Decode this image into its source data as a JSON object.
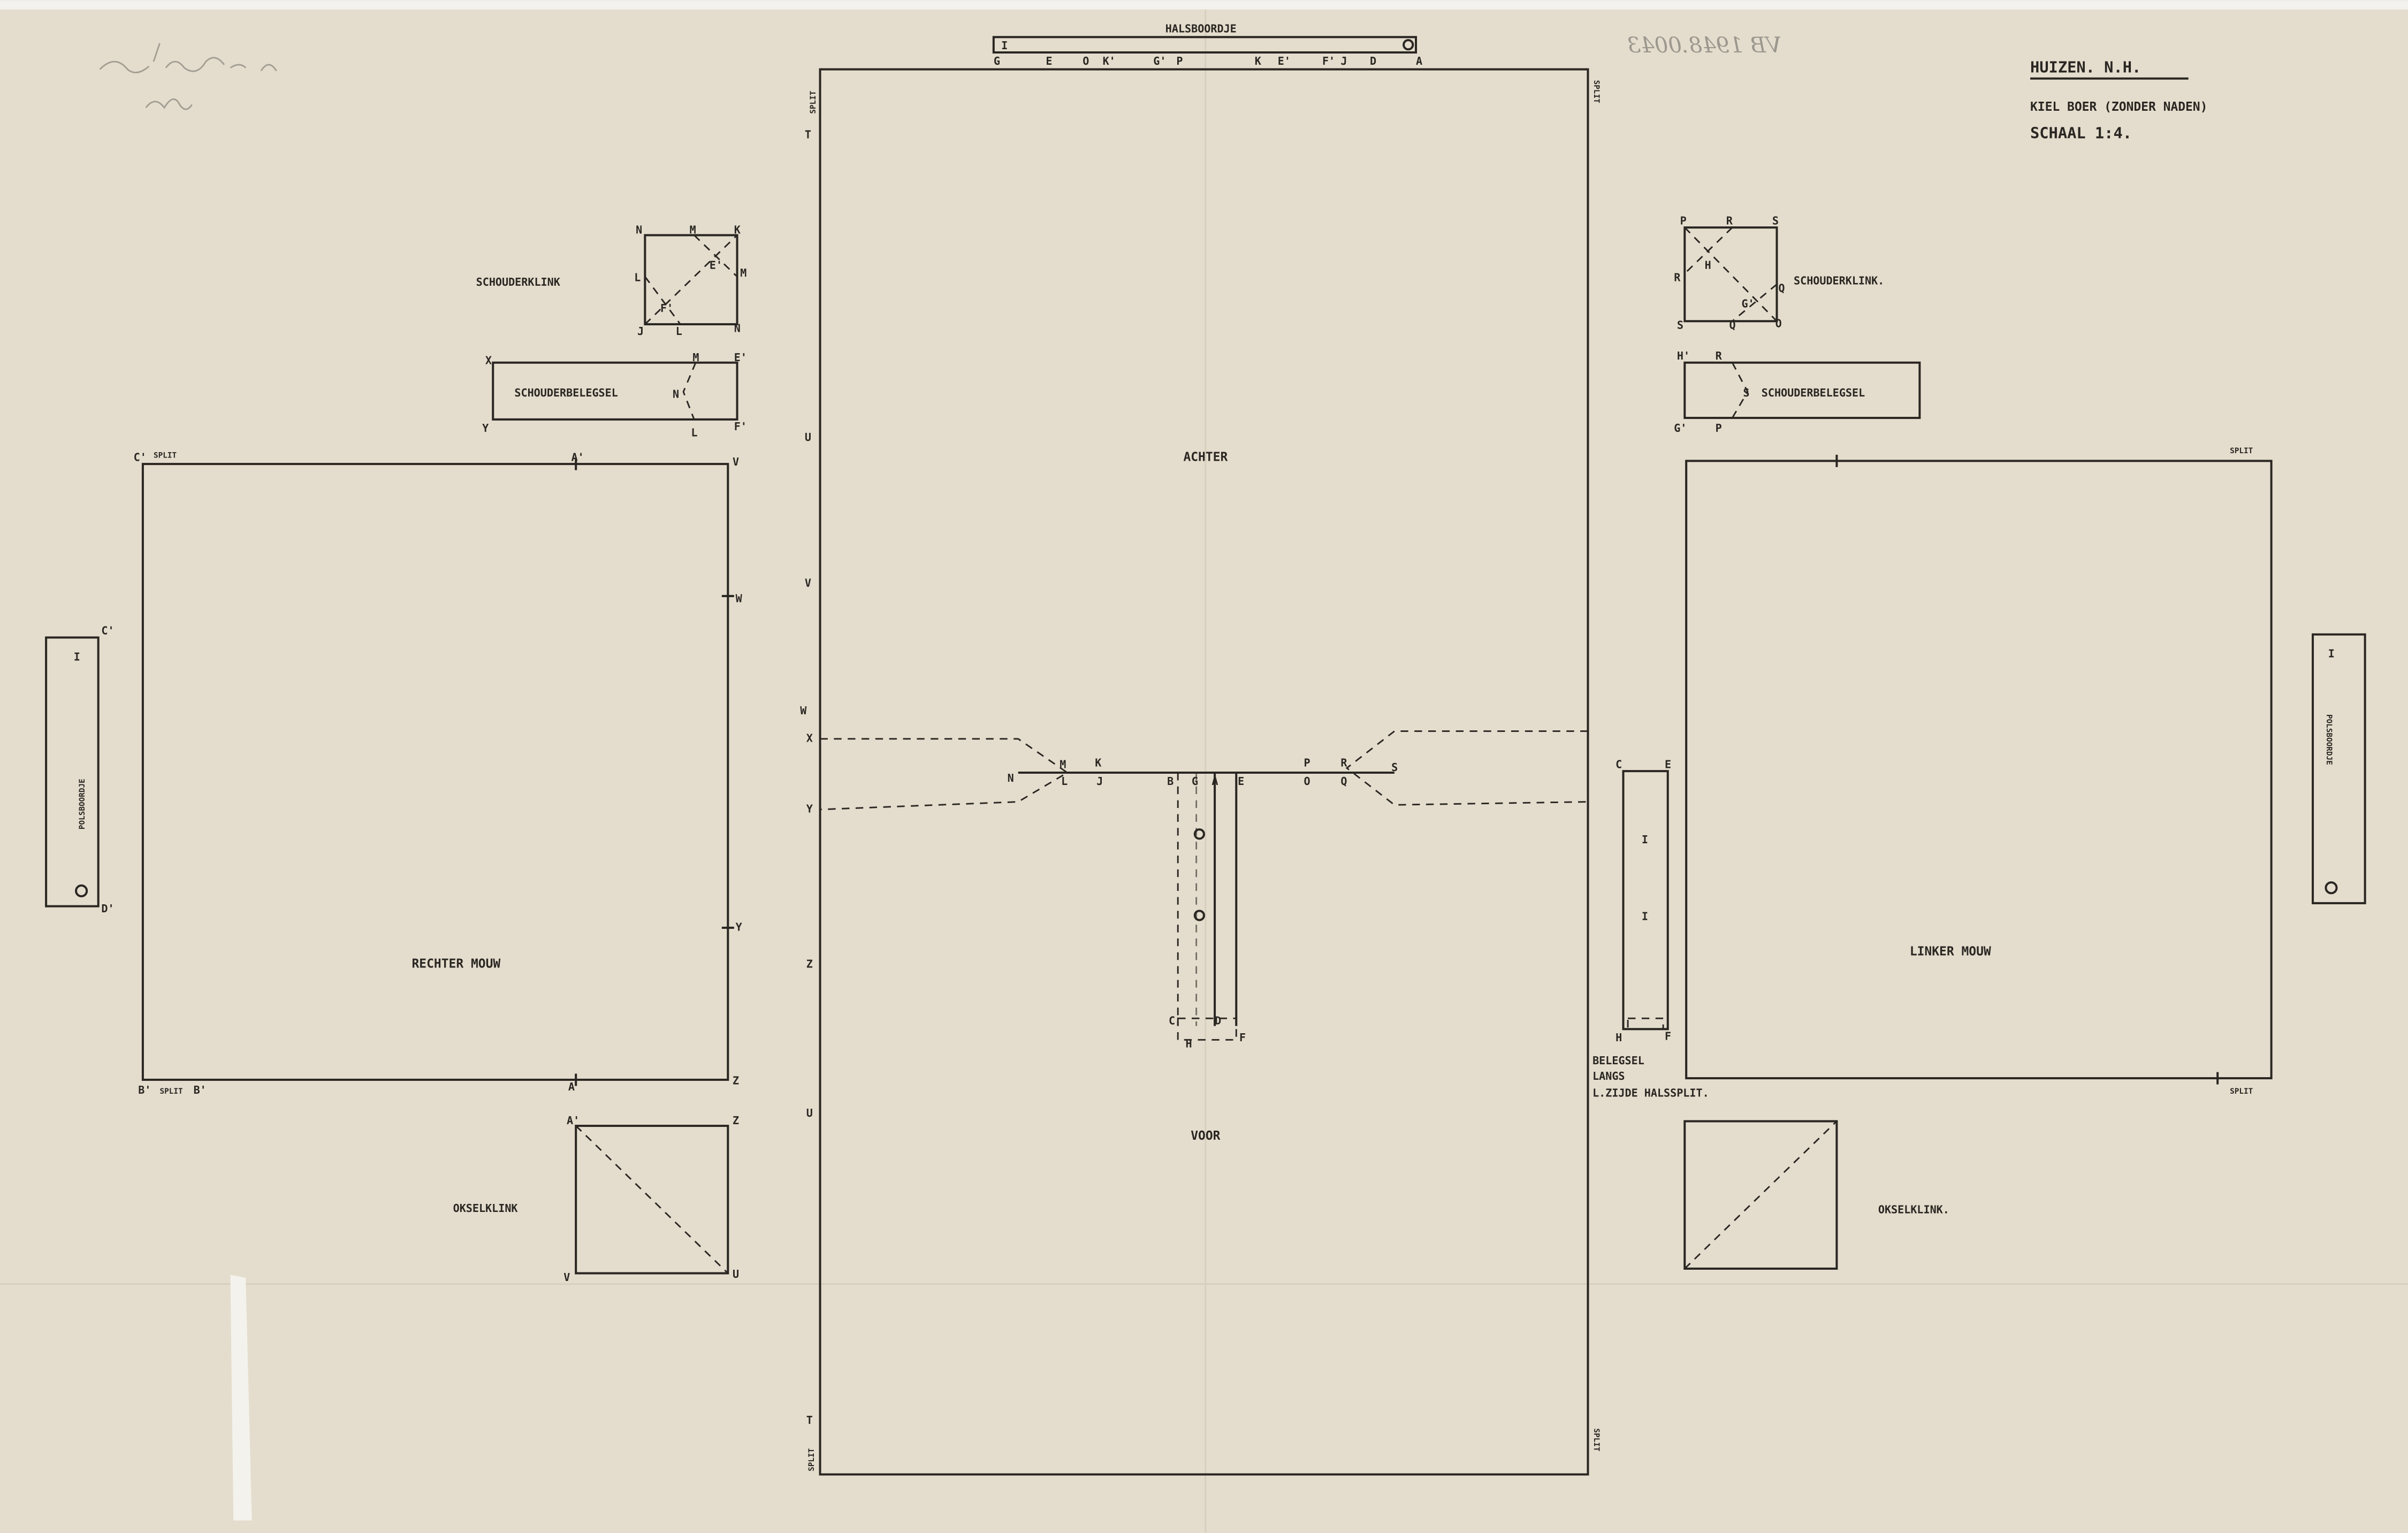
{
  "title": {
    "place": "HUIZEN. N.H.",
    "subject": "KIEL BOER (ZONDER NADEN)",
    "scale": "SCHAAL 1:4."
  },
  "archive_number": "VB 1948.0043",
  "colors": {
    "paper": "#e4ddcd",
    "ink": "#2a2622",
    "pencil": "#9c978e"
  },
  "pieces": {
    "halsboordje": "HALSBOORDJE",
    "achter": "ACHTER",
    "voor": "VOOR",
    "rechter_mouw": "RECHTER MOUW",
    "linker_mouw": "LINKER MOUW",
    "schouderklink_left": "SCHOUDERKLINK",
    "schouderklink_right": "SCHOUDERKLINK.",
    "schouderbelegsel_left": "SCHOUDERBELEGSEL",
    "schouderbelegsel_right": "SCHOUDERBELEGSEL",
    "okselklink_left": "OKSELKLINK",
    "okselklink_right": "OKSELKLINK.",
    "polsboordje_left": "POLSBOORDJE",
    "polsboordje_right": "POLSBOORDJE",
    "belegsel": [
      "BELEGSEL",
      "LANGS",
      "L.ZIJDE HALSSPLIT."
    ],
    "split": "SPLIT"
  },
  "points": {
    "hb": [
      "G",
      "E",
      "O",
      "K'",
      "G'",
      "P",
      "K",
      "E'",
      "F'",
      "J",
      "D",
      "A",
      "I"
    ],
    "body_left": [
      "T",
      "U",
      "V",
      "W",
      "X",
      "Y",
      "Z",
      "U",
      "T"
    ],
    "neck": [
      "N",
      "M",
      "L",
      "K",
      "J",
      "B",
      "G",
      "A",
      "E",
      "P",
      "O",
      "R",
      "Q",
      "S"
    ],
    "slit": [
      "C",
      "D",
      "H",
      "F"
    ],
    "sk_left": [
      "N",
      "M",
      "K",
      "M",
      "L",
      "F'",
      "E'",
      "J",
      "L",
      "N"
    ],
    "sb_left": [
      "X",
      "M",
      "E'",
      "Y",
      "L",
      "F'",
      "N"
    ],
    "rm": [
      "C'",
      "A'",
      "V",
      "W",
      "Y",
      "Z",
      "B'",
      "B'",
      "A"
    ],
    "pb_left": [
      "C'",
      "D'",
      "I"
    ],
    "ok_left": [
      "A'",
      "Z",
      "V",
      "U"
    ],
    "sk_right": [
      "P",
      "R",
      "S",
      "R",
      "H",
      "Q",
      "G'",
      "S",
      "Q",
      "O"
    ],
    "sb_right": [
      "H'",
      "R",
      "G'",
      "P",
      "S"
    ],
    "bel": [
      "C",
      "E",
      "H",
      "F",
      "I",
      "I"
    ],
    "pb_right": [
      "I"
    ]
  }
}
